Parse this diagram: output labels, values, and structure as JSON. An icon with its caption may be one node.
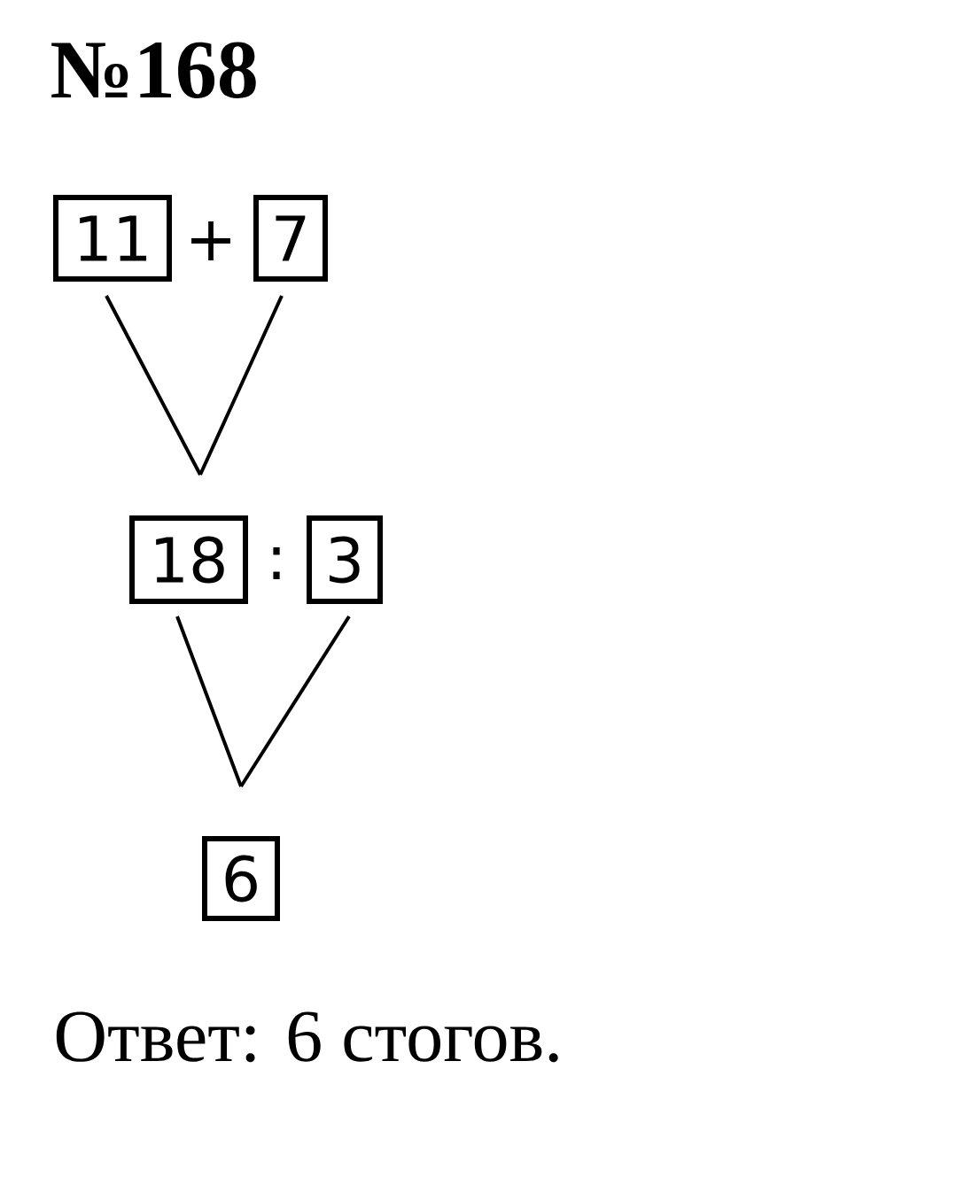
{
  "diagram": {
    "title": "№168",
    "nodes": [
      {
        "text": [
          "11"
        ]
      },
      {
        "text": [
          "7"
        ]
      },
      {
        "text": [
          "18"
        ]
      },
      {
        "text": [
          "3"
        ]
      },
      {
        "text": [
          "6"
        ]
      }
    ],
    "edges": [
      {
        "from": 0,
        "to": 2,
        "arrow": "none"
      },
      {
        "from": 1,
        "to": 2,
        "arrow": "none"
      },
      {
        "from": 2,
        "to": 4,
        "arrow": "none"
      },
      {
        "from": 3,
        "to": 4,
        "arrow": "none"
      }
    ],
    "labels": [
      "+",
      ":",
      "Ответ: 6 стогов."
    ]
  }
}
